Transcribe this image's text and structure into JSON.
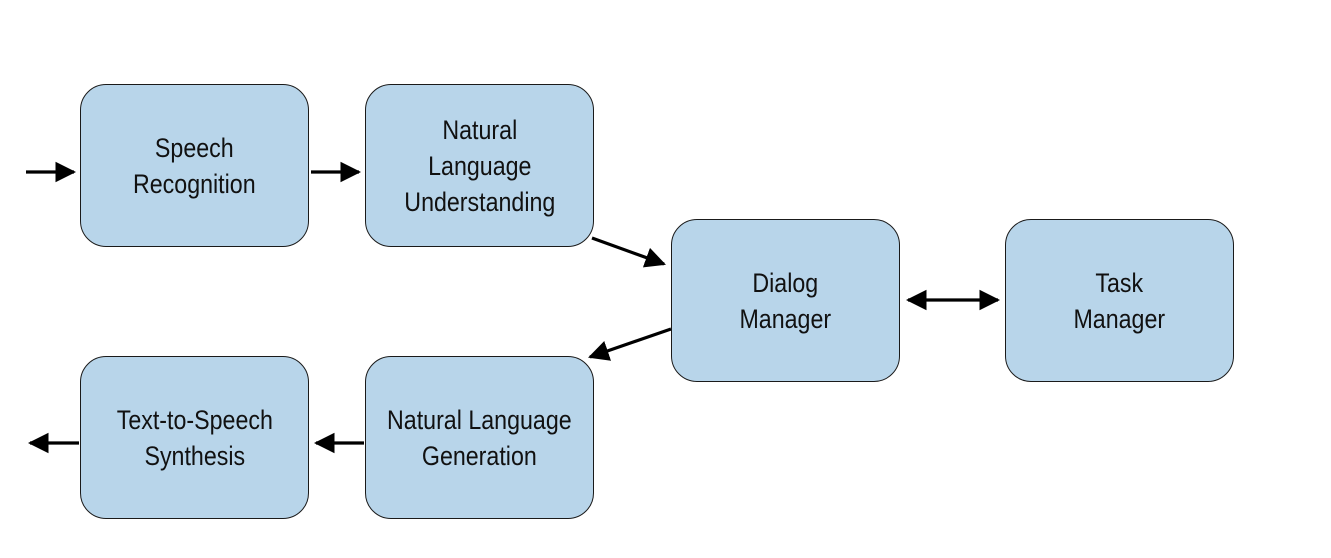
{
  "diagram": {
    "nodes": [
      {
        "id": "speech_recognition",
        "label": "Speech\nRecognition"
      },
      {
        "id": "nlu",
        "label": "Natural\nLanguage\nUnderstanding"
      },
      {
        "id": "dialog_manager",
        "label": "Dialog\nManager"
      },
      {
        "id": "task_manager",
        "label": "Task\nManager"
      },
      {
        "id": "tts",
        "label": "Text-to-Speech\nSynthesis"
      },
      {
        "id": "nlg",
        "label": "Natural Language\nGeneration"
      }
    ],
    "edges": [
      {
        "from": "input",
        "to": "speech_recognition",
        "direction": "forward"
      },
      {
        "from": "speech_recognition",
        "to": "nlu",
        "direction": "forward"
      },
      {
        "from": "nlu",
        "to": "dialog_manager",
        "direction": "forward"
      },
      {
        "from": "dialog_manager",
        "to": "task_manager",
        "direction": "bidirectional"
      },
      {
        "from": "dialog_manager",
        "to": "nlg",
        "direction": "forward"
      },
      {
        "from": "nlg",
        "to": "tts",
        "direction": "forward"
      },
      {
        "from": "tts",
        "to": "output",
        "direction": "forward"
      }
    ],
    "colors": {
      "node_fill": "#b8d5ea",
      "node_border": "#1a1a1a",
      "arrow": "#000000"
    }
  }
}
